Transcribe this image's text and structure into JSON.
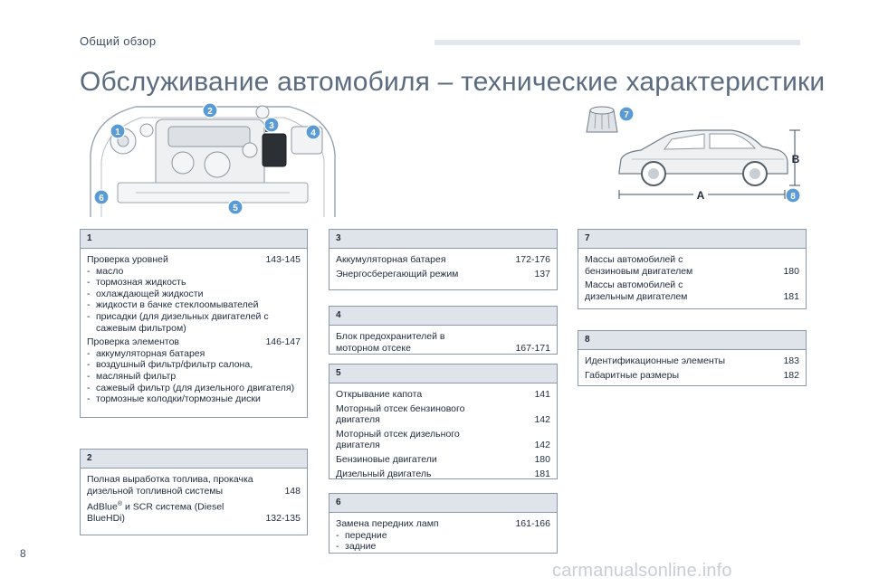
{
  "section": "Общий обзор",
  "title": "Обслуживание автомобиля – технические характеристики",
  "page_number": "8",
  "watermark": "carmanualsonline.info",
  "callouts": {
    "c1": "1",
    "c2": "2",
    "c3": "3",
    "c4": "4",
    "c5": "5",
    "c6": "6",
    "c7": "7",
    "c8": "8"
  },
  "dimensions": {
    "a": "A",
    "b": "B"
  },
  "box1": {
    "num": "1",
    "e1": {
      "text": "Проверка уровней",
      "page": "143-145"
    },
    "e1_items": [
      "масло",
      "тормозная жидкость",
      "охлаждающей жидкости",
      "жидкости в бачке стеклоомывателей",
      "присадки (для дизельных двигателей с сажевым фильтром)"
    ],
    "e2": {
      "text": "Проверка элементов",
      "page": "146-147"
    },
    "e2_items": [
      "аккумуляторная батарея",
      "воздушный фильтр/фильтр салона,",
      "масляный фильтр",
      "сажевый фильтр (для дизельного двигателя)",
      "тормозные колодки/тормозные диски"
    ]
  },
  "box2": {
    "num": "2",
    "e1": {
      "text": "Полная выработка топлива, прокачка дизельной топливной системы",
      "page": "148"
    },
    "e2": {
      "text_a": "AdBlue",
      "sup": "®",
      "text_b": " и SCR система (Diesel BlueHDi)",
      "page": "132-135"
    }
  },
  "box3": {
    "num": "3",
    "e1": {
      "text": "Аккумуляторная батарея",
      "page": "172-176"
    },
    "e2": {
      "text": "Энергосберегающий режим",
      "page": "137"
    }
  },
  "box4": {
    "num": "4",
    "e1": {
      "text": "Блок предохранителей в моторном отсеке",
      "page": "167-171"
    }
  },
  "box5": {
    "num": "5",
    "e1": {
      "text": "Открывание капота",
      "page": "141"
    },
    "e2": {
      "text": "Моторный отсек бензинового двигателя",
      "page": "142"
    },
    "e3": {
      "text": "Моторный отсек дизельного двигателя",
      "page": "142"
    },
    "e4": {
      "text": "Бензиновые двигатели",
      "page": "180"
    },
    "e5": {
      "text": "Дизельный двигатель",
      "page": "181"
    }
  },
  "box6": {
    "num": "6",
    "e1": {
      "text": "Замена передних ламп",
      "page": "161-166"
    },
    "e1_items": [
      "передние",
      "задние"
    ]
  },
  "box7": {
    "num": "7",
    "e1": {
      "text": "Массы автомобилей с бензиновым двигателем",
      "page": "180"
    },
    "e2": {
      "text": "Массы автомобилей с дизельным двигателем",
      "page": "181"
    }
  },
  "box8": {
    "num": "8",
    "e1": {
      "text": "Идентификационные элементы",
      "page": "183"
    },
    "e2": {
      "text": "Габаритные размеры",
      "page": "182"
    }
  },
  "colors": {
    "callout": "#5b9bd5",
    "heading": "#5b6c80",
    "box_header": "#dfe4ea",
    "box_border": "#8b98a8"
  }
}
